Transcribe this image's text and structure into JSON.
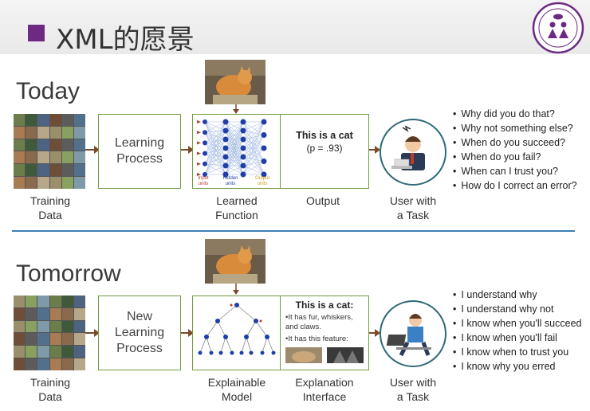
{
  "slide": {
    "title": "XML的愿景",
    "accent_color": "#6c2a82",
    "logo_icon": "ai-community-logo"
  },
  "today": {
    "section_label": "Today",
    "training_data_caption": "Training\nData",
    "learning_box": "Learning\nProcess",
    "learned_function_caption": "Learned\nFunction",
    "network_layer_labels": [
      "Input units",
      "Hidden units",
      "Output units"
    ],
    "output_title": "This is a cat",
    "output_prob": "(p = .93)",
    "output_caption": "Output",
    "user_caption": "User with\na Task",
    "questions": [
      "Why did you do that?",
      "Why not something else?",
      "When do you succeed?",
      "When do you fail?",
      "When can I trust you?",
      "How do I correct an error?"
    ]
  },
  "tomorrow": {
    "section_label": "Tomorrow",
    "training_data_caption": "Training\nData",
    "learning_box": "New\nLearning\nProcess",
    "model_caption": "Explainable\nModel",
    "interface_title": "This is a cat:",
    "interface_points": [
      "It has fur, whiskers, and claws.",
      "It has this feature:"
    ],
    "interface_caption": "Explanation\nInterface",
    "user_caption": "User with\na Task",
    "statements": [
      "I understand why",
      "I understand why not",
      "I know when you'll succeed",
      "I know when you'll fail",
      "I know when to trust you",
      "I know why you erred"
    ]
  }
}
